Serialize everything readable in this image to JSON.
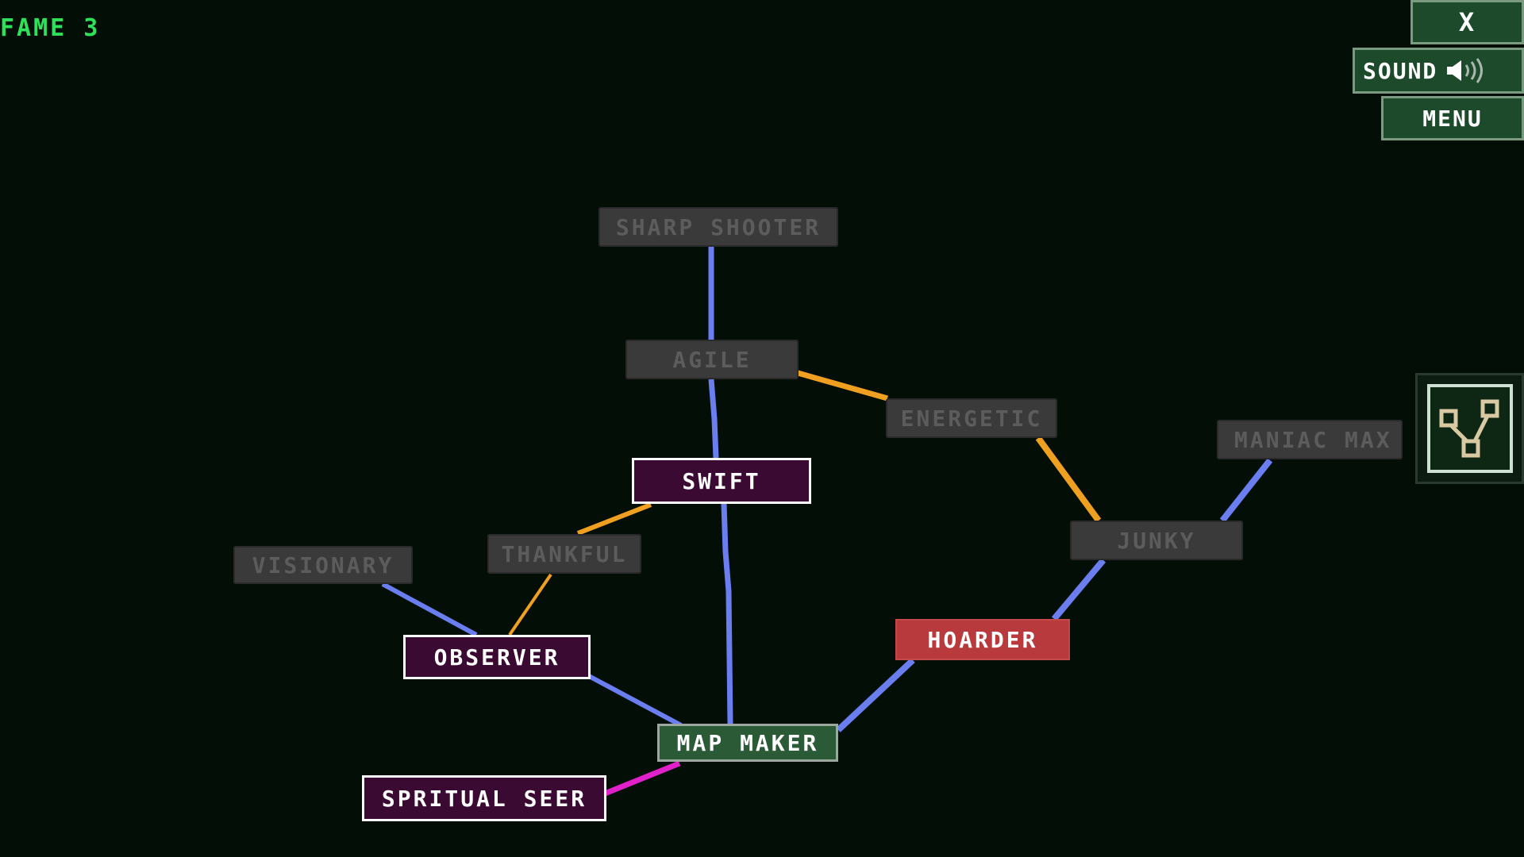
{
  "hud": {
    "fame_label": "FAME 3"
  },
  "controls": {
    "close_label": "X",
    "sound_label": "SOUND",
    "sound_icon": "speaker-icon",
    "menu_label": "MENU",
    "tree_toggle_icon": "skill-tree-icon"
  },
  "colors": {
    "background": "#030f06",
    "fame_text": "#2fe05a",
    "link_blue": "#6a7ef0",
    "link_orange": "#f0a020",
    "link_magenta": "#e020c8",
    "node_locked": "#3a3a3a",
    "node_unlocked": "#3a0a33",
    "node_owned": "#2a5a36",
    "node_hover": "#b83a3c"
  },
  "skills": {
    "sharp_shooter": "SHARP SHOOTER",
    "agile": "AGILE",
    "energetic": "ENERGETIC",
    "maniac_max": "MANIAC MAX",
    "swift": "SWIFT",
    "thankful": "THANKFUL",
    "visionary": "VISIONARY",
    "junky": "JUNKY",
    "observer": "OBSERVER",
    "hoarder": "HOARDER",
    "map_maker": "MAP MAKER",
    "spritual_seer": "SPRITUAL SEER"
  }
}
